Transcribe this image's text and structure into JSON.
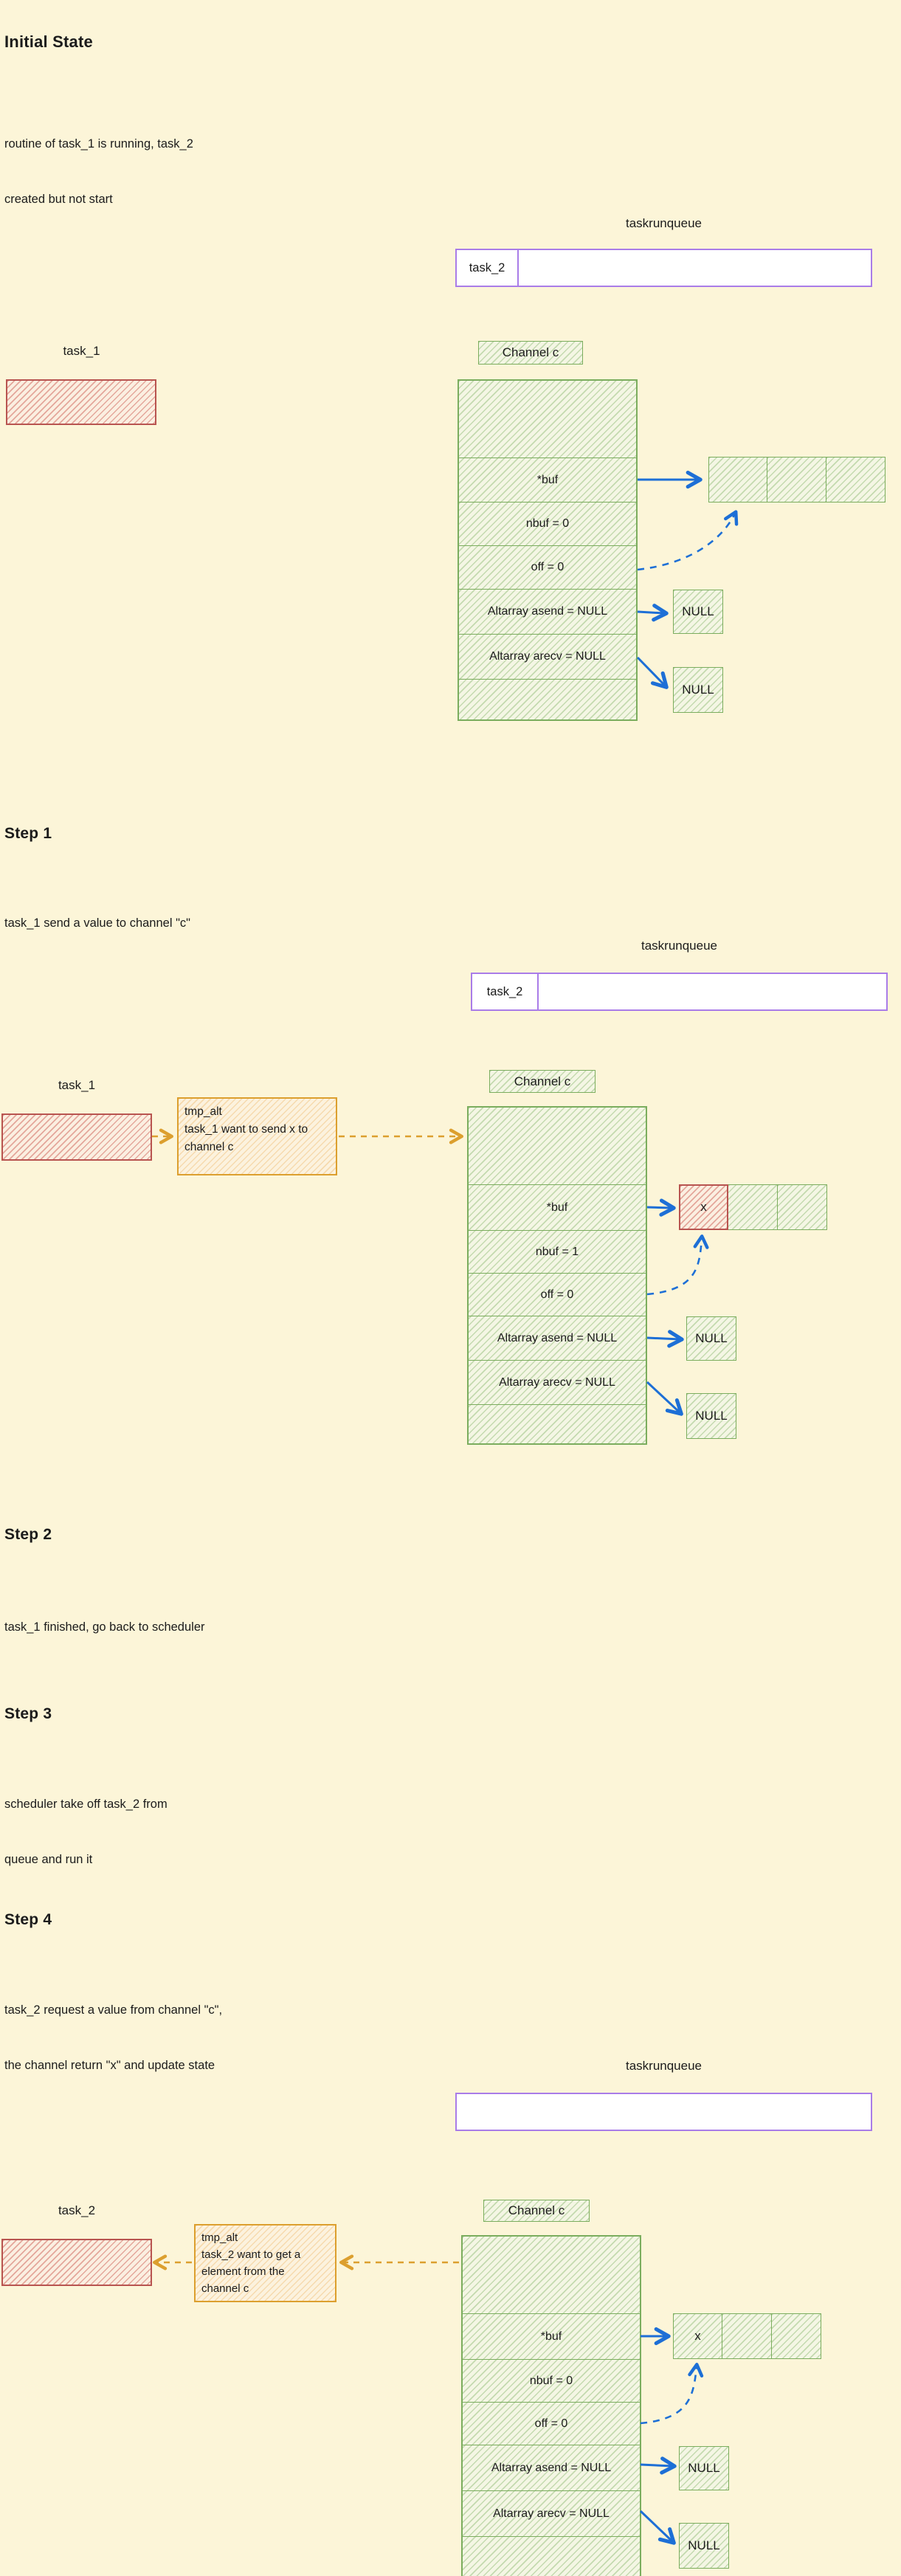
{
  "colors": {
    "background": "#FCF5D8",
    "green_stroke": "#7BAD5E",
    "green_fill": "#F4F6E4",
    "red_stroke": "#B85450",
    "red_fill": "#FBEFE1",
    "orange_stroke": "#DC9F2E",
    "orange_fill": "#FCF2DE",
    "purple_stroke": "#A97CE8",
    "blue_arrow": "#1D6FD6",
    "text": "#1B1B1B"
  },
  "sections": {
    "initial": {
      "title": "Initial State",
      "description": [
        "routine of task_1 is running, task_2",
        "created but not start"
      ],
      "taskrunqueue": {
        "label": "taskrunqueue",
        "queue_item": "task_2"
      },
      "task_label": "task_1",
      "channel": {
        "label": "Channel c",
        "buf": "*buf",
        "nbuf": "nbuf = 0",
        "off": "off = 0",
        "asend": "Altarray asend = NULL",
        "arecv": "Altarray arecv = NULL",
        "buffer_cells": [
          "",
          "",
          ""
        ],
        "null_send": "NULL",
        "null_recv": "NULL"
      }
    },
    "step1": {
      "title": "Step 1",
      "description": [
        "task_1 send a value to channel \"c\""
      ],
      "taskrunqueue": {
        "label": "taskrunqueue",
        "queue_item": "task_2"
      },
      "task_label": "task_1",
      "note": [
        "tmp_alt",
        "task_1 want to send x to",
        "channel c"
      ],
      "channel": {
        "label": "Channel c",
        "buf": "*buf",
        "nbuf": "nbuf = 1",
        "off": "off = 0",
        "asend": "Altarray asend = NULL",
        "arecv": "Altarray arecv = NULL",
        "buffer_cells": [
          "x",
          "",
          ""
        ],
        "null_send": "NULL",
        "null_recv": "NULL"
      }
    },
    "step2": {
      "title": "Step 2",
      "description": [
        "task_1 finished, go back to scheduler"
      ]
    },
    "step3": {
      "title": "Step 3",
      "description": [
        "scheduler take off task_2 from",
        "queue and run it"
      ]
    },
    "step4": {
      "title": "Step 4",
      "description": [
        "task_2 request a value from channel \"c\",",
        "the channel return \"x\" and update state"
      ],
      "taskrunqueue": {
        "label": "taskrunqueue"
      },
      "task_label": "task_2",
      "note": [
        "tmp_alt",
        "task_2 want to get a",
        "element from the",
        "channel c"
      ],
      "channel": {
        "label": "Channel c",
        "buf": "*buf",
        "nbuf": "nbuf = 0",
        "off": "off = 0",
        "asend": "Altarray asend = NULL",
        "arecv": "Altarray arecv = NULL",
        "buffer_cells": [
          "x",
          "",
          ""
        ],
        "null_send": "NULL",
        "null_recv": "NULL"
      }
    }
  }
}
